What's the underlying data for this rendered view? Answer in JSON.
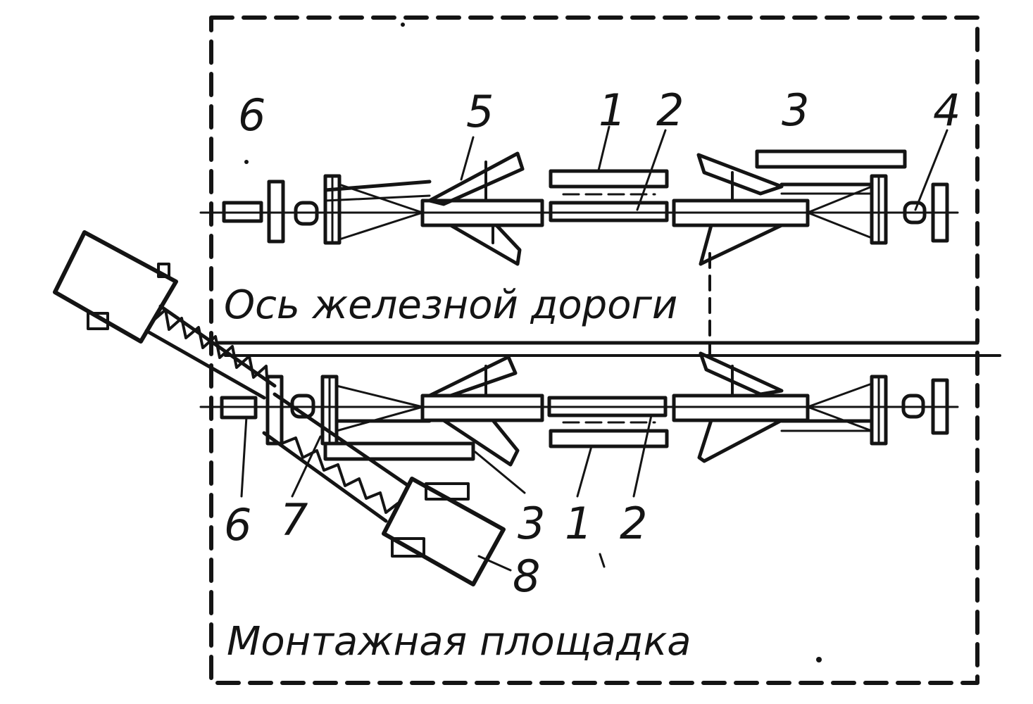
{
  "labels": {
    "top": {
      "n6": "6",
      "n5": "5",
      "n1": "1",
      "n2": "2",
      "n3": "3",
      "n4": "4"
    },
    "rail_axis": "Ось железной дороги",
    "bottom": {
      "n6": "6",
      "n7": "7",
      "n3": "3",
      "n1": "1",
      "n2": "2",
      "n8": "8"
    },
    "assembly_site": "Монтажная площадка"
  }
}
